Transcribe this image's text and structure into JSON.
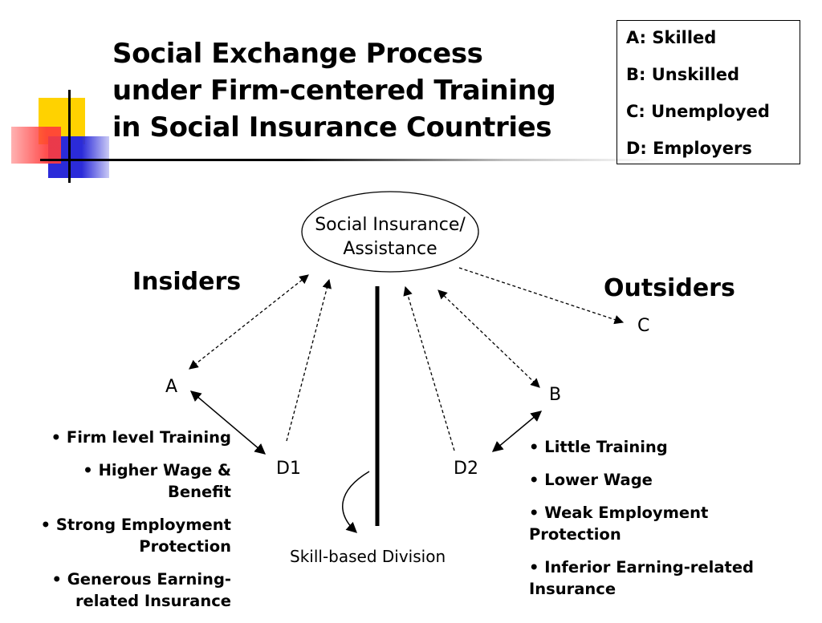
{
  "title": {
    "lines": [
      "Social Exchange Process",
      "under Firm-centered Training",
      "in Social Insurance Countries"
    ]
  },
  "legend": {
    "items": [
      "A: Skilled",
      "B: Unskilled",
      "C: Unemployed",
      "D: Employers"
    ]
  },
  "diagram": {
    "center_node": [
      "Social Insurance/",
      "Assistance"
    ],
    "insiders_label": "Insiders",
    "outsiders_label": "Outsiders",
    "node_a": "A",
    "node_b": "B",
    "node_c": "C",
    "node_d1": "D1",
    "node_d2": "D2",
    "division_label": "Skill-based Division"
  },
  "insiders_bullets": [
    [
      "Firm level Training"
    ],
    [
      "Higher Wage &",
      "Benefit"
    ],
    [
      "Strong Employment",
      "Protection"
    ],
    [
      "Generous Earning-",
      "related Insurance"
    ]
  ],
  "outsiders_bullets": [
    [
      "Little Training"
    ],
    [
      "Lower Wage"
    ],
    [
      "Weak Employment",
      "Protection"
    ],
    [
      "Inferior Earning-related",
      "Insurance"
    ]
  ],
  "colors": {
    "deco_yellow": "#ffd200",
    "deco_blue": "#2b2bd9",
    "deco_red": "#ff3b3b"
  }
}
